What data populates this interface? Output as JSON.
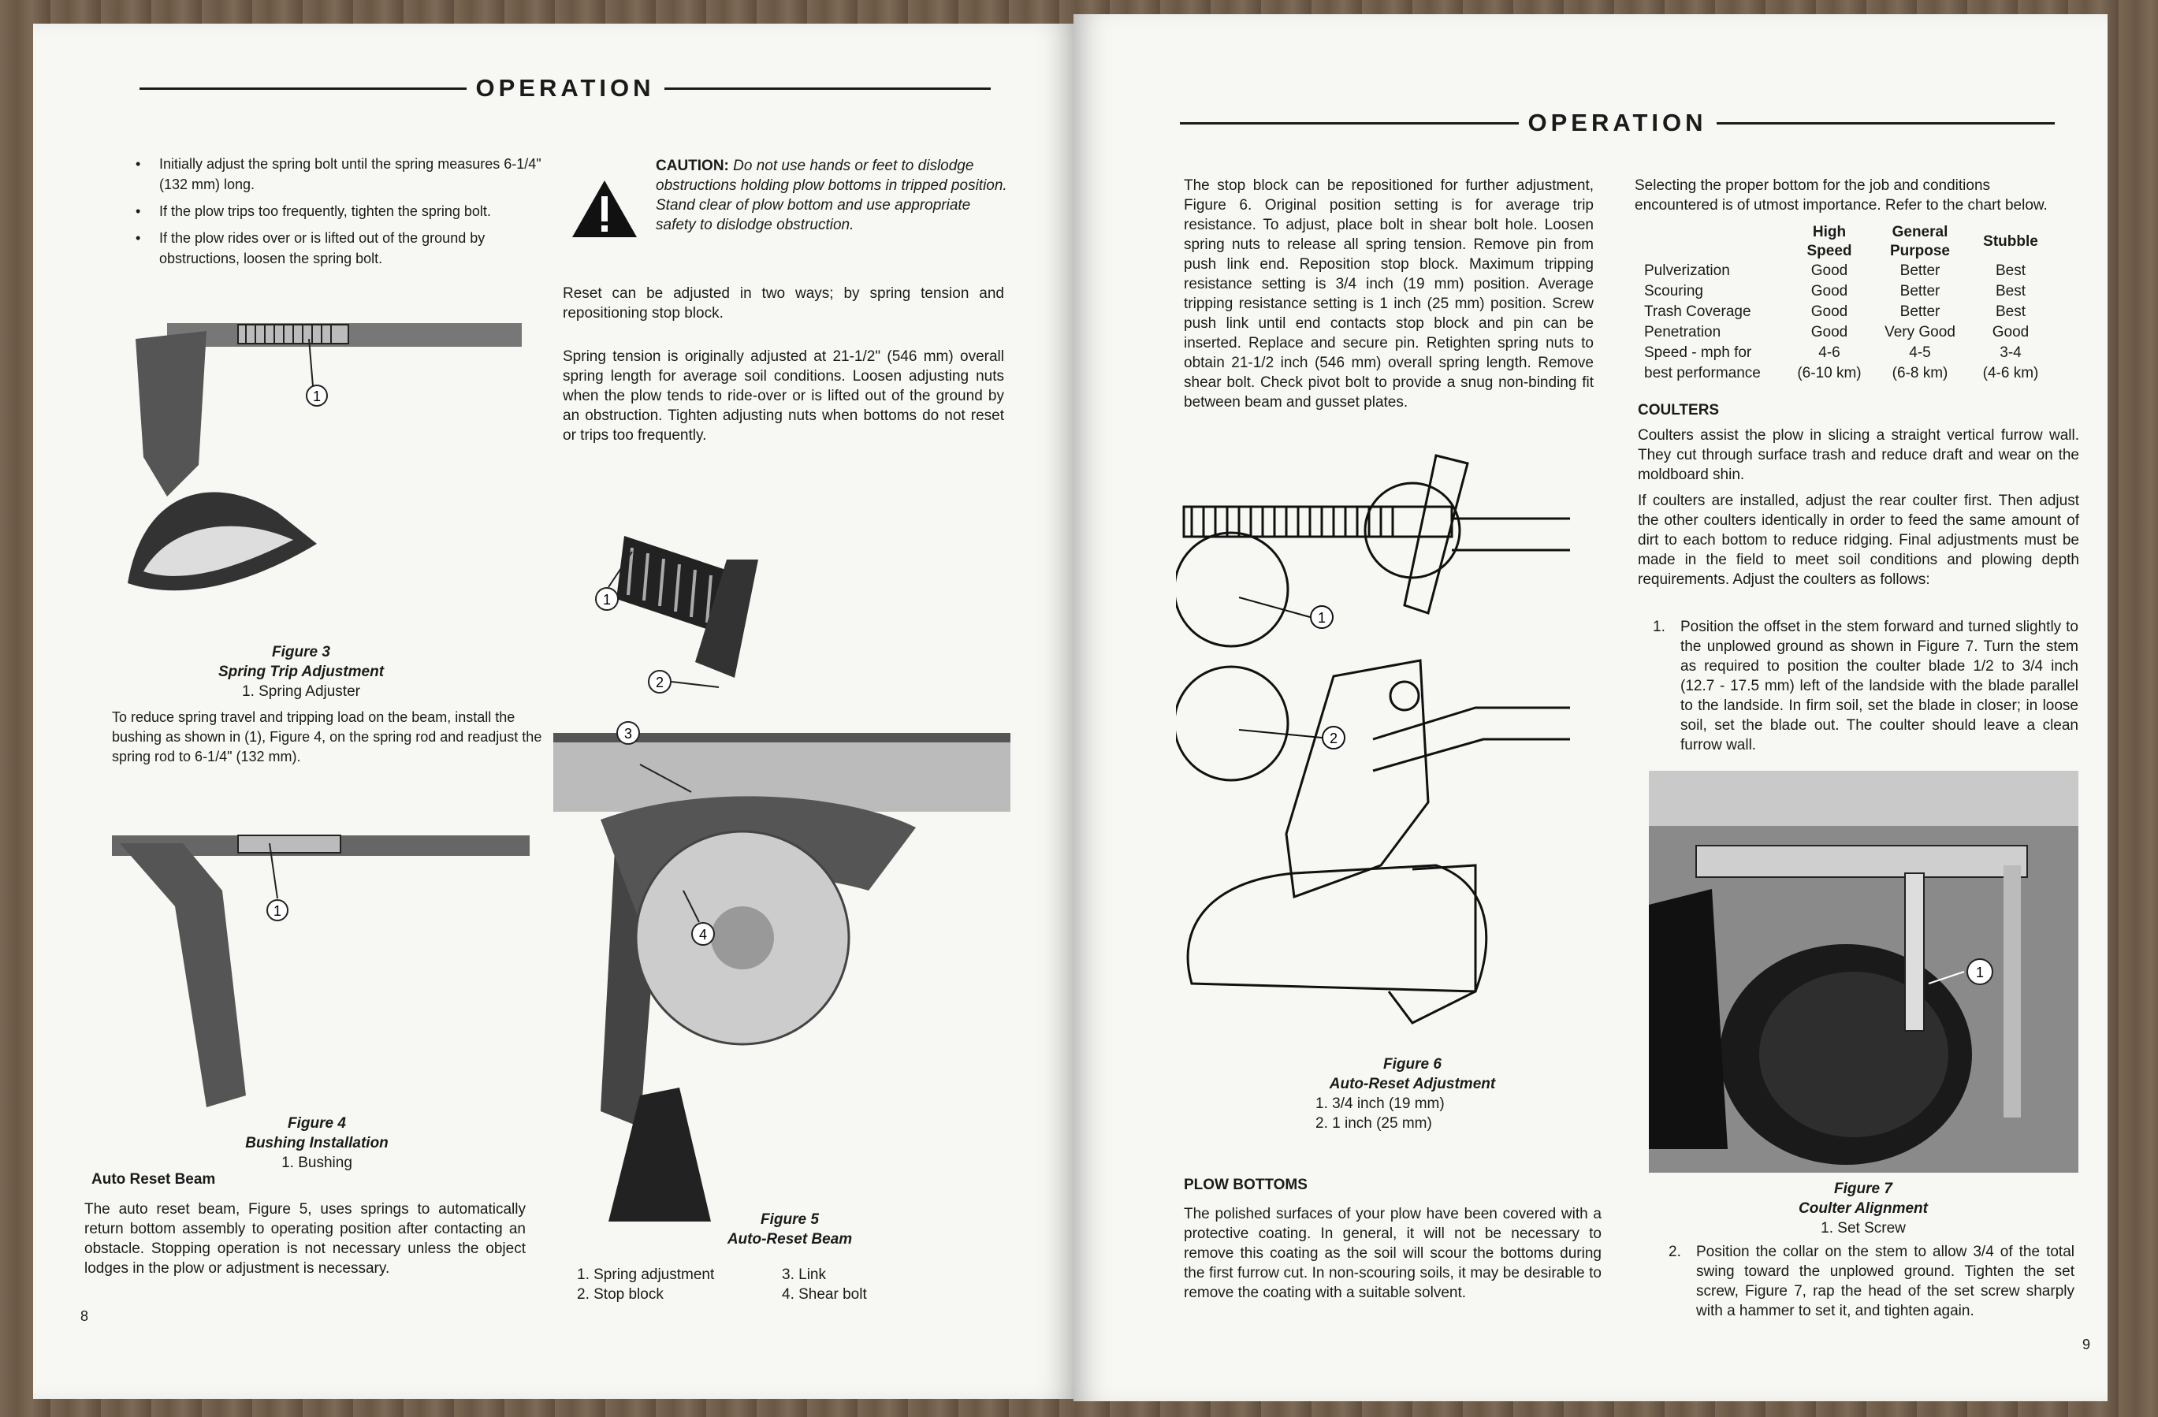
{
  "left_page": {
    "header": "OPERATION",
    "bullets": [
      "Initially adjust the spring bolt until the spring measures 6-1/4\" (132 mm) long.",
      "If the plow trips too frequently, tighten the spring bolt.",
      "If the plow rides over or is lifted out of the ground by obstructions, loosen the spring bolt."
    ],
    "caution_label": "CAUTION:",
    "caution_text": "Do not use hands or feet to dislodge obstructions holding plow bottoms in tripped position. Stand clear of plow bottom and use appropriate safety to dislodge obstruction.",
    "reset_para": "Reset can be adjusted in two ways; by spring tension and repositioning stop block.",
    "spring_para": "Spring tension is originally adjusted at 21-1/2\" (546 mm) overall spring length for average soil conditions. Loosen adjusting nuts when the plow tends to ride-over or is lifted out of the ground by an obstruction. Tighten adjusting nuts when bottoms do not reset or trips too frequently.",
    "fig3": {
      "number": "Figure 3",
      "title": "Spring Trip Adjustment",
      "items": [
        "1. Spring Adjuster"
      ],
      "callouts": [
        "1"
      ]
    },
    "travel_para": "To reduce spring travel and tripping load on the beam, install the bushing as shown in (1), Figure 4, on the spring rod and readjust the spring rod to 6-1/4\" (132 mm).",
    "fig4": {
      "number": "Figure 4",
      "title": "Bushing Installation",
      "items": [
        "1. Bushing"
      ],
      "callouts": [
        "1"
      ]
    },
    "auto_reset_heading": "Auto Reset Beam",
    "auto_reset_para": "The auto reset beam, Figure 5, uses springs to automatically return bottom assembly to operating position after contacting an obstacle. Stopping operation is not necessary unless the object lodges in the plow or adjustment is necessary.",
    "fig5": {
      "number": "Figure 5",
      "title": "Auto-Reset Beam",
      "items": [
        "1. Spring adjustment",
        "3. Link",
        "2. Stop block",
        "4. Shear bolt"
      ],
      "callouts": [
        "1",
        "2",
        "3",
        "4"
      ]
    },
    "page_number": "8"
  },
  "right_page": {
    "header": "OPERATION",
    "stop_block_para": "The stop block can be repositioned for further adjustment, Figure 6. Original position setting is for average trip resistance. To adjust, place bolt in shear bolt hole. Loosen spring nuts to release all spring tension. Remove pin from push link end. Reposition stop block. Maximum tripping resistance setting is 3/4 inch (19 mm) position. Average tripping resistance setting is 1 inch (25 mm) position. Screw push link until end contacts stop block and pin can be inserted. Replace and secure pin. Retighten spring nuts to obtain 21-1/2 inch (546 mm) overall spring length. Remove shear bolt. Check pivot bolt to provide a snug non-binding fit between beam and gusset plates.",
    "fig6": {
      "number": "Figure 6",
      "title": "Auto-Reset Adjustment",
      "items": [
        "1. 3/4 inch (19 mm)",
        "2. 1 inch (25 mm)"
      ],
      "callouts": [
        "1",
        "2"
      ]
    },
    "plow_bottoms_heading": "PLOW BOTTOMS",
    "plow_bottoms_para": "The polished surfaces of your plow have been covered with a protective coating. In general, it will not be necessary to remove this coating as the soil will scour the bottoms during the first furrow cut. In non-scouring soils, it may be desirable to remove the coating with a suitable solvent.",
    "selecting_para": "Selecting the proper bottom for the job and conditions encountered is of utmost importance. Refer to the chart below.",
    "chart": {
      "columns": [
        "High Speed",
        "General Purpose",
        "Stubble"
      ],
      "rows": [
        {
          "label": "Pulverization",
          "values": [
            "Good",
            "Better",
            "Best"
          ]
        },
        {
          "label": "Scouring",
          "values": [
            "Good",
            "Better",
            "Best"
          ]
        },
        {
          "label": "Trash Coverage",
          "values": [
            "Good",
            "Better",
            "Best"
          ]
        },
        {
          "label": "Penetration",
          "values": [
            "Good",
            "Very Good",
            "Good"
          ]
        },
        {
          "label": "Speed - mph for",
          "values": [
            "4-6",
            "4-5",
            "3-4"
          ]
        },
        {
          "label": "best performance",
          "values": [
            "(6-10 km)",
            "(6-8 km)",
            "(4-6 km)"
          ]
        }
      ]
    },
    "coulters_heading": "COULTERS",
    "coulters_para1": "Coulters assist the plow in slicing a straight vertical furrow wall. They cut through surface trash and reduce draft and wear on the moldboard shin.",
    "coulters_para2": "If coulters are installed, adjust the rear coulter first. Then adjust the other coulters identically in order to feed the same amount of dirt to each bottom to reduce ridging. Final adjustments must be made in the field to meet soil conditions and plowing depth requirements. Adjust the coulters as follows:",
    "steps": [
      {
        "num": "1.",
        "text": "Position the offset in the stem forward and turned slightly to the unplowed ground as shown in Figure 7. Turn the stem as required to position the coulter blade 1/2 to 3/4 inch (12.7 - 17.5 mm) left of the landside with the blade parallel to the landside. In firm soil, set the blade in closer; in loose soil, set the blade out. The coulter should leave a clean furrow wall."
      },
      {
        "num": "2.",
        "text": "Position the collar on the stem to allow 3/4 of the total swing toward the unplowed ground. Tighten the set screw, Figure 7, rap the head of the set screw sharply with a hammer to set it, and tighten again."
      }
    ],
    "fig7": {
      "number": "Figure 7",
      "title": "Coulter Alignment",
      "items": [
        "1. Set Screw"
      ],
      "callouts": [
        "1"
      ]
    },
    "page_number": "9"
  }
}
